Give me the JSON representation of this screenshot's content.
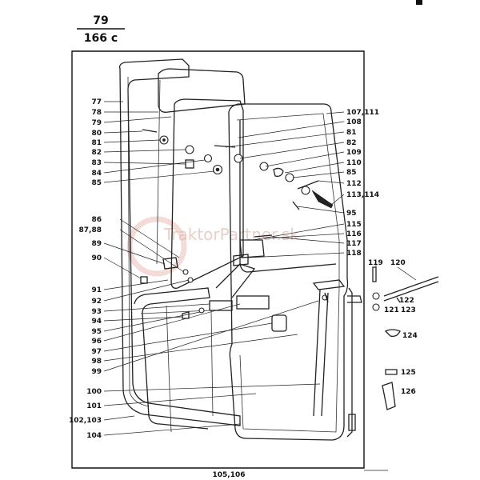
{
  "header": {
    "page_number": "79",
    "group_code": "166 c"
  },
  "watermark": {
    "text": "TraktorPartner.sk",
    "color": "#e0a79a"
  },
  "labels_left": [
    "77",
    "78",
    "79",
    "80",
    "81",
    "82",
    "83",
    "84",
    "85",
    "86",
    "87,88",
    "89",
    "90",
    "91",
    "92",
    "93",
    "94",
    "95",
    "96",
    "97",
    "98",
    "99",
    "100",
    "101",
    "102,103",
    "104"
  ],
  "labels_right": [
    "107,111",
    "108",
    "81",
    "82",
    "109",
    "110",
    "85",
    "112",
    "113,114",
    "95",
    "115",
    "116",
    "117",
    "118"
  ],
  "labels_side": [
    "119",
    "120",
    "122",
    "121",
    "123",
    "124",
    "125",
    "126"
  ],
  "labels_bottom": [
    "105,106"
  ],
  "colors": {
    "ink": "#111111",
    "paper": "#ffffff"
  }
}
